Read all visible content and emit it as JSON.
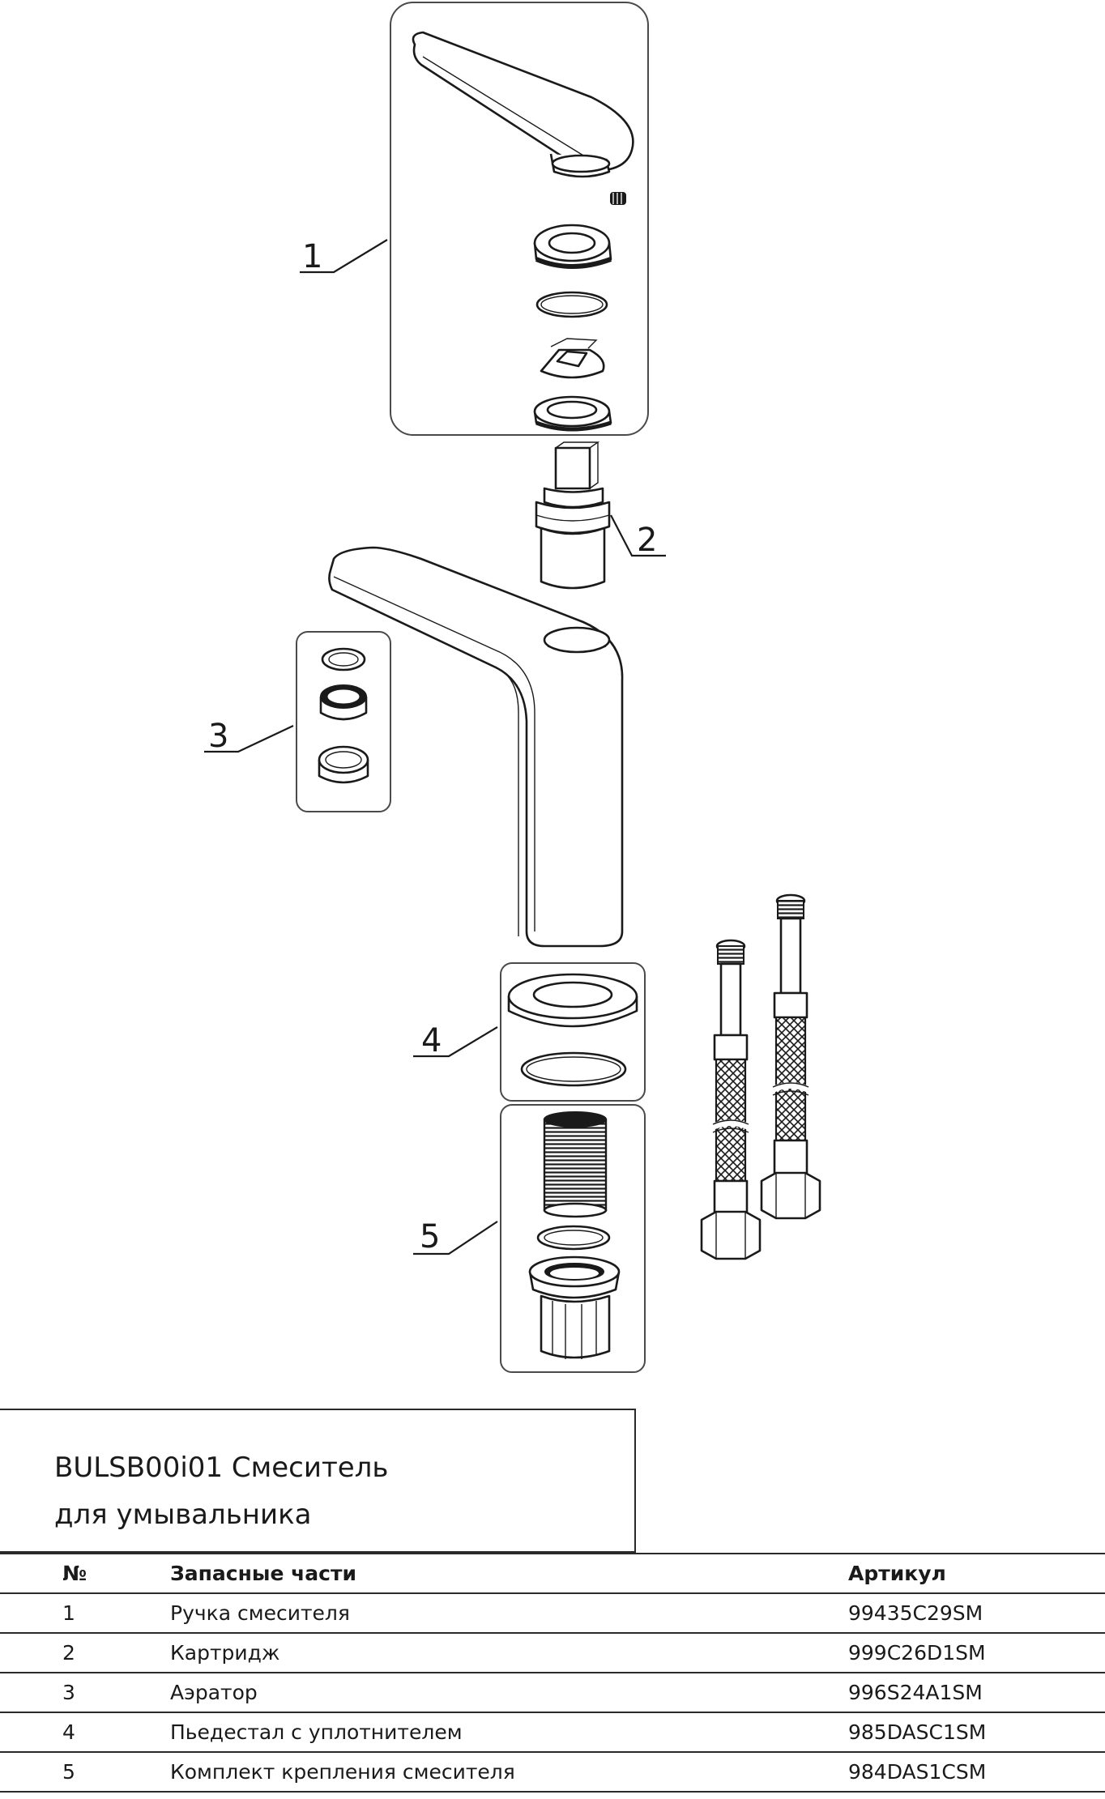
{
  "callouts": [
    "1",
    "2",
    "3",
    "4",
    "5"
  ],
  "title": {
    "line1": "BULSB00i01 Смеситель",
    "line2": "для умывальника"
  },
  "table": {
    "headers": {
      "num": "№",
      "name": "Запасные части",
      "article": "Артикул"
    },
    "rows": [
      {
        "num": "1",
        "name": "Ручка смесителя",
        "article": "99435C29SM"
      },
      {
        "num": "2",
        "name": "Картридж",
        "article": "999C26D1SM"
      },
      {
        "num": "3",
        "name": "Аэратор",
        "article": "996S24A1SM"
      },
      {
        "num": "4",
        "name": "Пьедестал с уплотнителем",
        "article": "985DASC1SM"
      },
      {
        "num": "5",
        "name": "Комплект крепления смесителя",
        "article": "984DAS1CSM"
      }
    ]
  }
}
